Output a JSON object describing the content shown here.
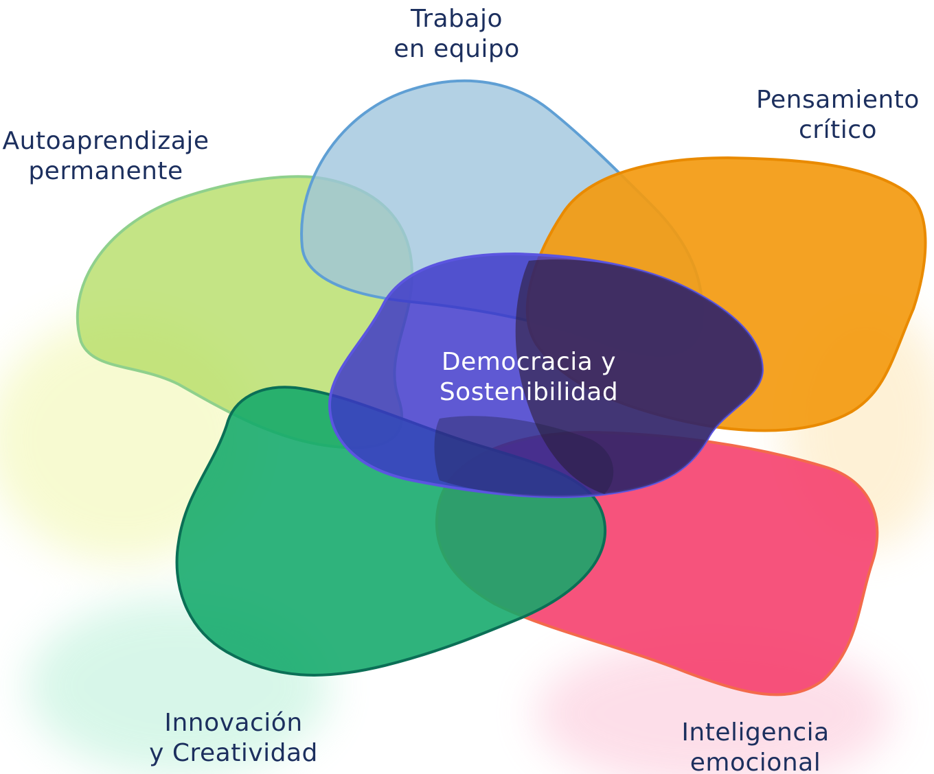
{
  "diagram": {
    "center": {
      "line1": "Democracia y",
      "line2": "Sostenibilidad",
      "color": "#3c35c9"
    },
    "petals": [
      {
        "id": "trabajo",
        "line1": "Trabajo",
        "line2": "en equipo",
        "color": "#9ec4dc"
      },
      {
        "id": "pensamiento",
        "line1": "Pensamiento",
        "line2": "crítico",
        "color": "#f39a10"
      },
      {
        "id": "autoaprendizaje",
        "line1": "Autoaprendizaje",
        "line2": "permanente",
        "color": "#b8de6a"
      },
      {
        "id": "innovacion",
        "line1": "Innovación",
        "line2": "y Creatividad",
        "color": "#12a96a"
      },
      {
        "id": "inteligencia",
        "line1": "Inteligencia",
        "line2": "emocional",
        "color": "#f5406e"
      }
    ],
    "label_color": "#1c2f5e"
  }
}
